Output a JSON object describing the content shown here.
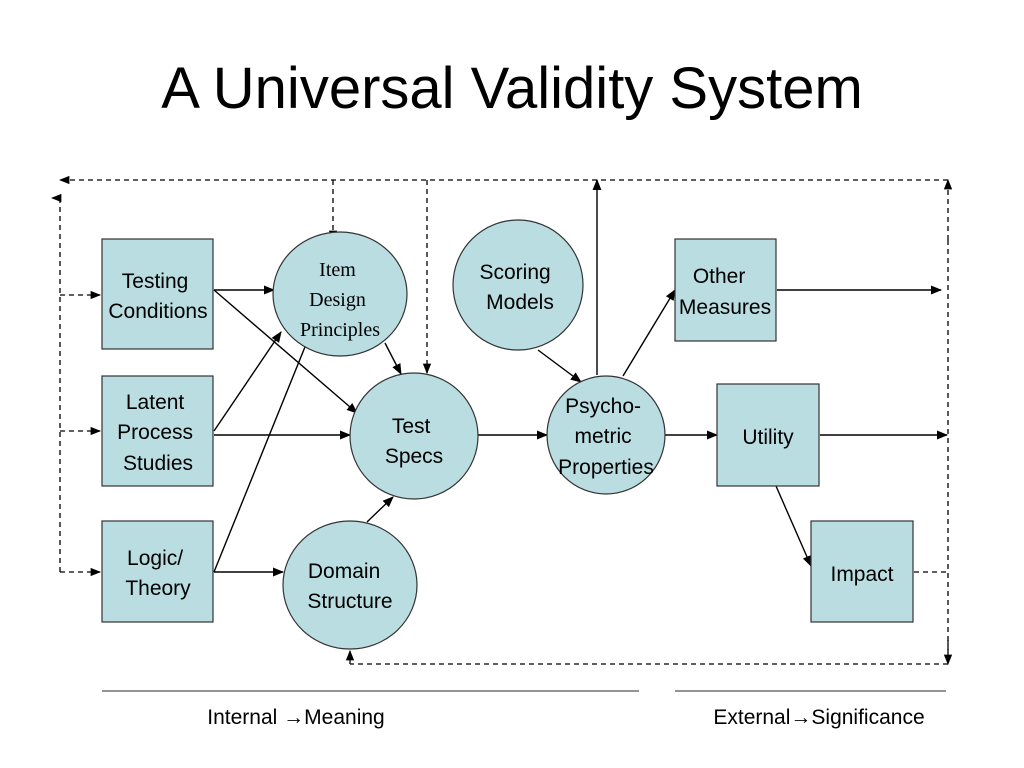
{
  "title": "A Universal Validity System",
  "nodes": {
    "testing_conditions": [
      "Testing",
      "Conditions"
    ],
    "latent_process": [
      "Latent",
      "Process",
      "Studies"
    ],
    "logic_theory": [
      "Logic/",
      "Theory"
    ],
    "item_design": [
      "Item",
      "Design",
      "Principles"
    ],
    "test_specs": [
      "Test",
      "Specs"
    ],
    "domain_structure": [
      "Domain",
      "Structure"
    ],
    "scoring_models": [
      "Scoring",
      "Models"
    ],
    "psychometric": [
      "Psycho-",
      "metric",
      "Properties"
    ],
    "other_measures": [
      "Other",
      "Measures"
    ],
    "utility": [
      "Utility"
    ],
    "impact": [
      "Impact"
    ]
  },
  "footer": {
    "internal": "Internal →Meaning",
    "external": "External→Significance"
  },
  "colors": {
    "node_fill": "#b9dde1",
    "line": "#000000"
  }
}
